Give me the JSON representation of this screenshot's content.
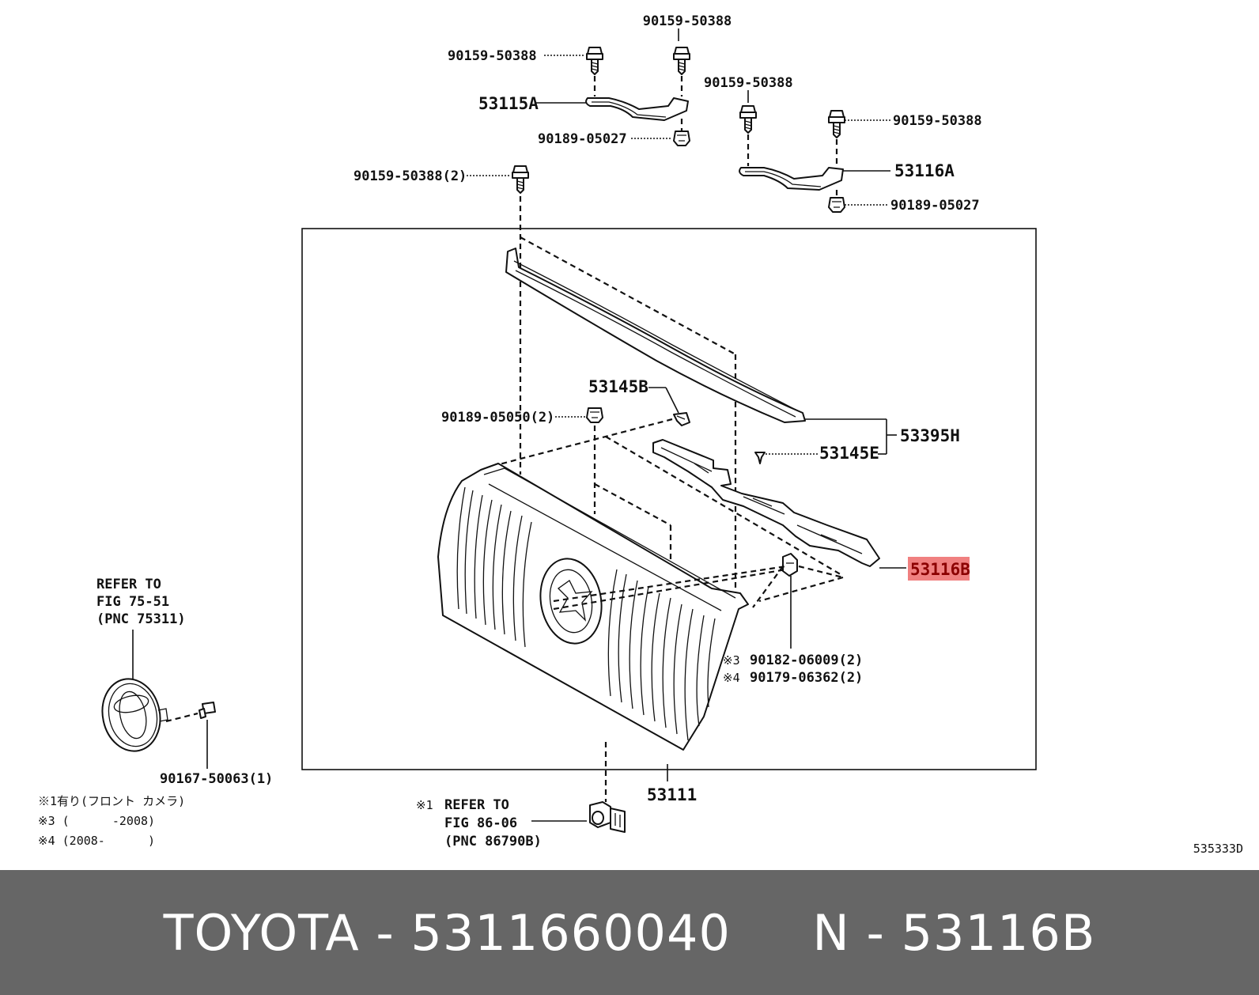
{
  "colors": {
    "footer_background": "#666666",
    "footer_text": "#ffffff",
    "highlight_background": "#f08080",
    "highlight_text": "#8b0000",
    "line": "#111111"
  },
  "labels": {
    "bolt_top_center": "90159-50388",
    "bolt_top_left": "90159-50388",
    "bracket_left": "53115A",
    "nut_left": "90189-05027",
    "bolt_left_2": "90159-50388(2)",
    "bolt_right_top": "90159-50388",
    "bolt_right_2": "90159-50388",
    "bracket_right": "53116A",
    "nut_right": "90189-05027",
    "clip_53145b": "53145B",
    "clip_90189": "90189-05050(2)",
    "molding_set": "53395H",
    "clip_53145e": "53145E",
    "highlight_part": "53116B",
    "note3_mark": "※3",
    "note3_part": "90182-06009(2)",
    "note4_mark": "※4",
    "note4_part": "90179-06362(2)",
    "grille": "53111",
    "refer_emblem_line1": "REFER TO",
    "refer_emblem_line2": "FIG 75-51",
    "refer_emblem_line3": "(PNC 75311)",
    "emblem_screw": "90167-50063(1)",
    "refer_camera_mark": "※1",
    "refer_camera_line1": "REFER TO",
    "refer_camera_line2": "FIG 86-06",
    "refer_camera_line3": "(PNC 86790B)",
    "legend1": "※1有り(フロント カメラ)",
    "legend3": "※3 (      -2008)",
    "legend4": "※4 (2008-      )",
    "diagram_code": "535333D"
  },
  "footer": {
    "text": "TOYOTA - 5311660040     N - 53116B"
  },
  "icons": {
    "bolt": "hex-bolt-icon",
    "nut": "clip-nut-icon",
    "emblem": "toyota-emblem-icon",
    "camera": "front-camera-icon"
  }
}
